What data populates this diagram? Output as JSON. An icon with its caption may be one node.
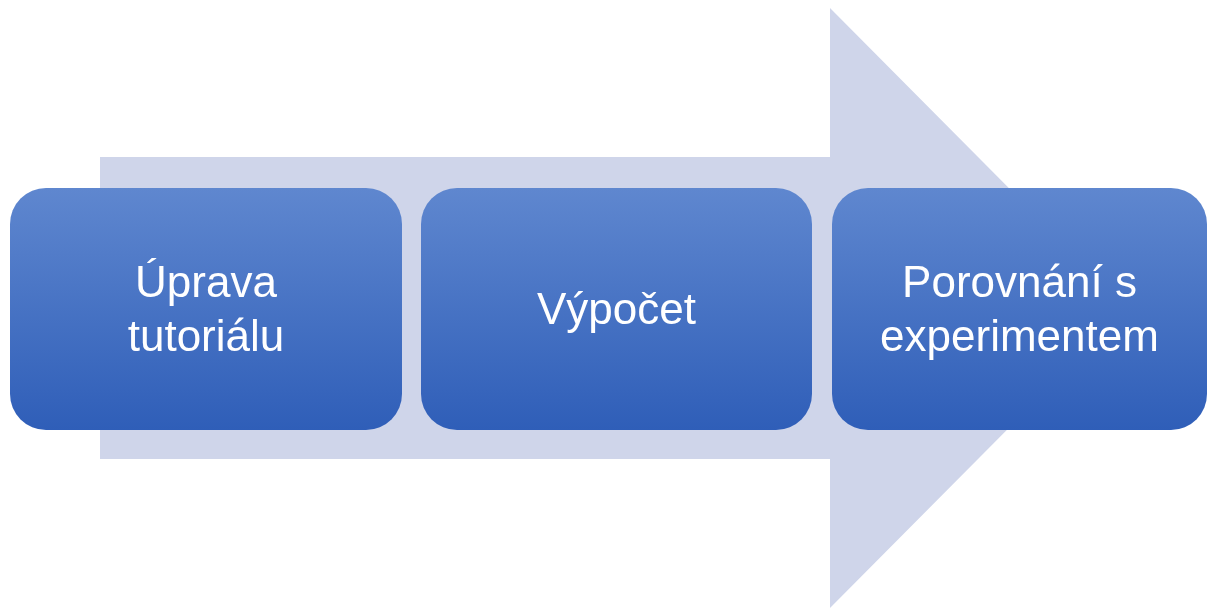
{
  "diagram": {
    "nodes": [
      {
        "text": [
          "Úprava tutoriálu"
        ]
      },
      {
        "text": [
          "Výpočet"
        ]
      },
      {
        "text": [
          "Porovnání s experimentem"
        ]
      }
    ],
    "edges": [
      {
        "from": 0,
        "to": 2,
        "arrow": "to",
        "style": "thick"
      }
    ]
  }
}
